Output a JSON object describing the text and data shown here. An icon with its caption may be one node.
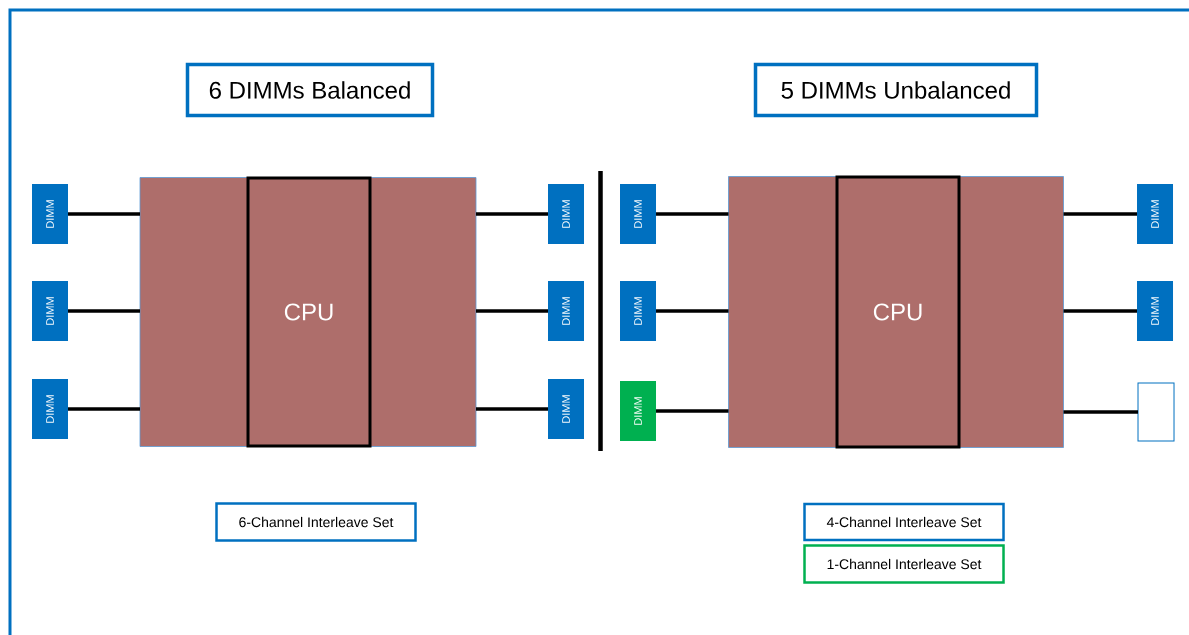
{
  "diagram": {
    "nodes": [
      {
        "text": [
          "6 DIMMs Balanced"
        ]
      },
      {
        "text": [
          "5 DIMMs Unbalanced"
        ]
      },
      {
        "text": [],
        "shape": "box"
      },
      {
        "text": [
          "CPU"
        ],
        "in": 2
      },
      {
        "text": [
          "DIMM"
        ]
      },
      {
        "text": [
          "DIMM"
        ]
      },
      {
        "text": [
          "DIMM"
        ]
      },
      {
        "text": [
          "DIMM"
        ]
      },
      {
        "text": [
          "DIMM"
        ]
      },
      {
        "text": [
          "DIMM"
        ]
      },
      {
        "text": [],
        "shape": "box"
      },
      {
        "text": [
          "CPU"
        ],
        "in": 10
      },
      {
        "text": [
          "DIMM"
        ]
      },
      {
        "text": [
          "DIMM"
        ]
      },
      {
        "text": [
          "DIMM"
        ]
      },
      {
        "text": [
          "DIMM"
        ]
      },
      {
        "text": [
          "DIMM"
        ]
      },
      {
        "text": [],
        "shape": "box"
      },
      {
        "text": [
          "6-Channel Interleave Set"
        ]
      },
      {
        "text": [
          "4-Channel Interleave Set"
        ]
      },
      {
        "text": [
          "1-Channel Interleave Set"
        ]
      }
    ],
    "edges": [
      {
        "from": 4,
        "to": 2,
        "arrow": "none"
      },
      {
        "from": 5,
        "to": 2,
        "arrow": "none"
      },
      {
        "from": 6,
        "to": 2,
        "arrow": "none"
      },
      {
        "from": 7,
        "to": 2,
        "arrow": "none"
      },
      {
        "from": 8,
        "to": 2,
        "arrow": "none"
      },
      {
        "from": 9,
        "to": 2,
        "arrow": "none"
      },
      {
        "from": 12,
        "to": 10,
        "arrow": "none"
      },
      {
        "from": 13,
        "to": 10,
        "arrow": "none"
      },
      {
        "from": 14,
        "to": 10,
        "arrow": "none"
      },
      {
        "from": 15,
        "to": 10,
        "arrow": "none"
      },
      {
        "from": 16,
        "to": 10,
        "arrow": "none"
      },
      {
        "from": 17,
        "to": 10,
        "arrow": "none"
      }
    ]
  }
}
